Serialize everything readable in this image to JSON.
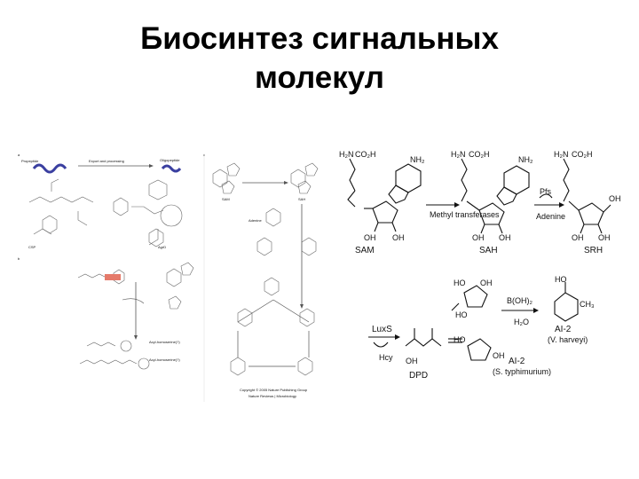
{
  "slide": {
    "title_line1": "Биосинтез сигнальных",
    "title_line2": "молекул"
  },
  "left_figure": {
    "panel_a": "a",
    "panel_b": "b",
    "panel_c": "c",
    "precursor": "Propeptide",
    "arrow_label": "Export and processing",
    "product": "Oligopeptide",
    "csp": "CSP",
    "agrd": "AgrD",
    "acyl_hsl_1": "Acyl-homoserine(?)",
    "acyl_hsl_2": "Acyl-homoserine(?)",
    "sam": "SAM",
    "sah": "SAH",
    "adenine": "Adenine",
    "copyright": "Copyright © 2005 Nature Publishing Group",
    "journal": "Nature Reviews | Microbiology"
  },
  "right_figure": {
    "sam_label": "SAM",
    "sah_label": "SAH",
    "srh_label": "SRH",
    "methyltransferases": "Methyl transferases",
    "pfs": "Pfs",
    "adenine": "Adenine",
    "luxs": "LuxS",
    "hcy": "Hcy",
    "dpd_label": "DPD",
    "h2o": "H₂O",
    "ai2_label": "AI-2",
    "ai2_note_v_harveyi": "(V. harveyi)",
    "ai2_note_s_typhimurium": "(S. typhimurium)",
    "b_oh_2": "B(OH)₂",
    "nh2": "NH₂",
    "h2n": "H₂N",
    "co2h": "CO₂H",
    "oh": "OH",
    "ho": "HO",
    "ch3": "CH₃"
  }
}
